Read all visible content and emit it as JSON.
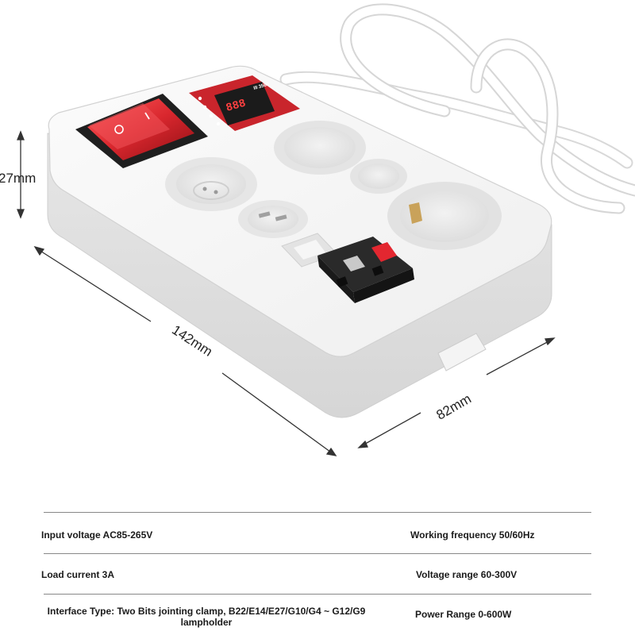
{
  "dimensions": {
    "height": "27mm",
    "length": "142mm",
    "width": "82mm"
  },
  "panel": {
    "display_digits": "888",
    "display_label": "III 3560"
  },
  "specs": {
    "input_voltage": "Input voltage AC85-265V",
    "working_frequency": "Working frequency 50/60Hz",
    "load_current": "Load current 3A",
    "voltage_range": "Voltage range 60-300V",
    "interface_type": "Interface Type: Two Bits jointing clamp, B22/E14/E27/G10/G4 ~ G12/G9 lampholder",
    "power_range": "Power Range 0-600W"
  },
  "colors": {
    "switch_red": "#d9272e",
    "panel_red": "#c9252c",
    "clamp_black": "#1e1e1e",
    "clamp_lever_red": "#e32730",
    "body_white": "#f4f4f4"
  },
  "icons": {
    "rocker_switch": "power-rocker-switch-icon",
    "terminal_clamp": "spring-terminal-clamp-icon"
  }
}
